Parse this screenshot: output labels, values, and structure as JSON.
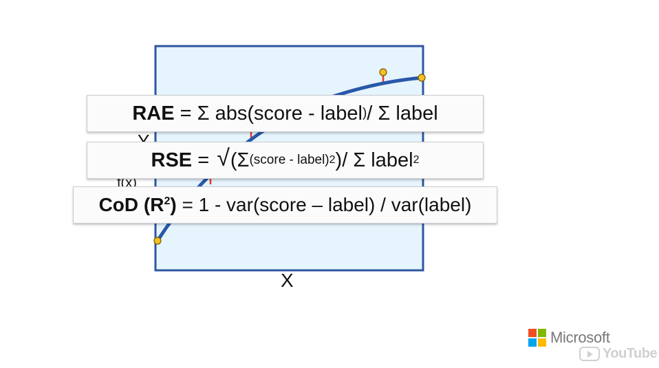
{
  "plot": {
    "x_label": "X",
    "y_label_partial": "Y",
    "fx_label_partial": "f(x)",
    "colors": {
      "background": "#e6f4fd",
      "frame": "#2e56a0",
      "curve": "#2858a8",
      "residual": "#e03c2c",
      "point": "#f5c024"
    }
  },
  "formulas": {
    "rae": {
      "name": "RAE",
      "body_1": " = Σ abs(score - label",
      "body_small": ")",
      "body_2": "/ Σ label"
    },
    "rse": {
      "name": "RSE",
      "eq": " = ",
      "sqrt": "√",
      "body_1": "(Σ",
      "body_small": "(score - label)",
      "sup_1": "2",
      "body_2": ")/ Σ label",
      "sup_2": "2"
    },
    "cod": {
      "name_1": "CoD (R",
      "name_sup": "2",
      "name_2": ")",
      "body": " = 1 - var(score – label) / var(label)"
    }
  },
  "branding": {
    "microsoft": "Microsoft",
    "youtube": "YouTube",
    "ms_colors": [
      "#f25022",
      "#7fba00",
      "#00a4ef",
      "#ffb900"
    ]
  }
}
